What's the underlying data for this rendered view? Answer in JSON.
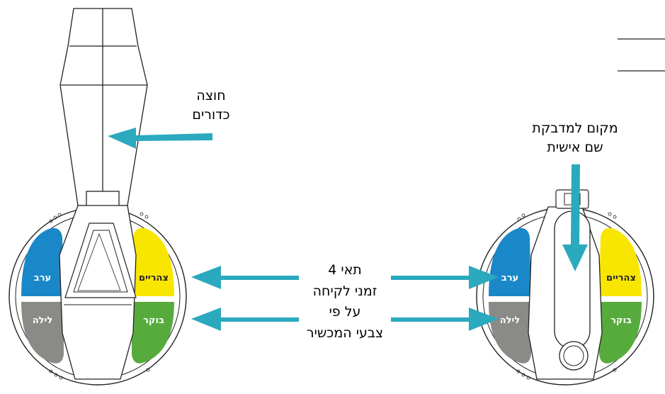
{
  "colors": {
    "blue": "#1a88c8",
    "yellow": "#f9e600",
    "green": "#57ab3d",
    "gray": "#8a8a86",
    "arrow": "#2aa9bf",
    "outline": "#222222"
  },
  "labels": {
    "spacer": [
      "חוצה",
      "כדורים"
    ],
    "sticker": [
      "מקום למדבקת",
      "שם אישית"
    ],
    "compartments": [
      "4 תאי",
      "זמני לקיחה",
      "על פי",
      "צבעי המכשיר"
    ]
  },
  "compartments": {
    "evening": "ערב",
    "noon": "צהריים",
    "night": "לילה",
    "morning": "בוקר"
  }
}
